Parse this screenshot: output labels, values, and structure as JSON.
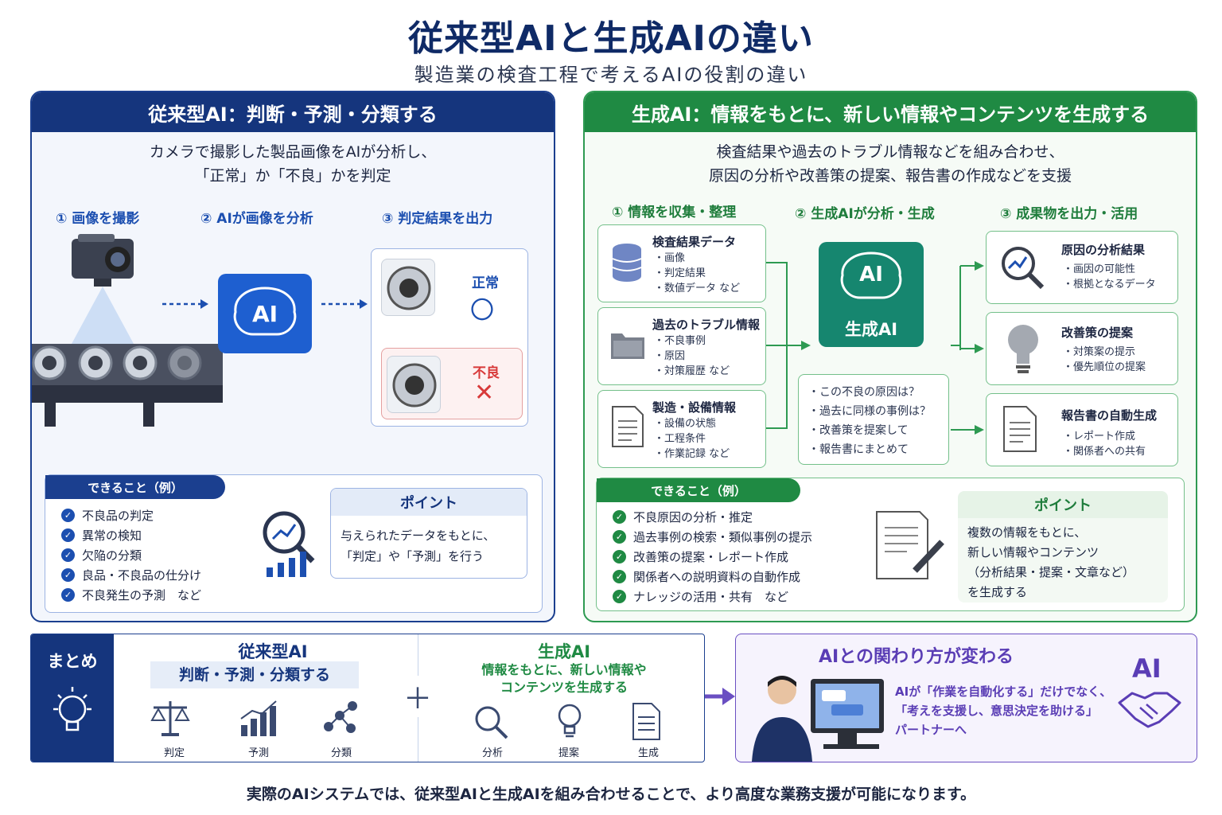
{
  "title": "従来型AIと生成AIの違い",
  "subtitle": "製造業の検査工程で考えるAIの役割の違い",
  "traditional": {
    "header": "従来型AI：判断・予測・分類する",
    "lead_line1": "カメラで撮影した製品画像をAIが分析し、",
    "lead_line2": "「正常」か「不良」かを判定",
    "steps": [
      "① 画像を撮影",
      "② AIが画像を分析",
      "③ 判定結果を出力"
    ],
    "ai_label": "AI",
    "result_ok": "正常",
    "result_ok_mark": "〇",
    "result_ng": "不良",
    "result_ng_mark": "✕",
    "can_do_title": "できること（例）",
    "can_do": [
      "不良品の判定",
      "異常の検知",
      "欠陥の分類",
      "良品・不良品の仕分け",
      "不良発生の予測　など"
    ],
    "point_title": "ポイント",
    "point_line1": "与えられたデータをもとに、",
    "point_line2": "「判定」や「予測」を行う"
  },
  "generative": {
    "header": "生成AI：情報をもとに、新しい情報やコンテンツを生成する",
    "lead_line1": "検査結果や過去のトラブル情報などを組み合わせ、",
    "lead_line2": "原因の分析や改善策の提案、報告書の作成などを支援",
    "steps": [
      "① 情報を収集・整理",
      "② 生成AIが分析・生成",
      "③ 成果物を出力・活用"
    ],
    "inputs": [
      {
        "title": "検査結果データ",
        "items": [
          "・画像",
          "・判定結果",
          "・数値データ など"
        ]
      },
      {
        "title": "過去のトラブル情報",
        "items": [
          "・不良事例",
          "・原因",
          "・対策履歴 など"
        ]
      },
      {
        "title": "製造・設備情報",
        "items": [
          "・設備の状態",
          "・工程条件",
          "・作業記録 など"
        ]
      }
    ],
    "ai_top": "AI",
    "ai_label": "生成AI",
    "prompts": [
      "・この不良の原因は？",
      "・過去に同様の事例は？",
      "・改善策を提案して",
      "・報告書にまとめて"
    ],
    "outputs": [
      {
        "title": "原因の分析結果",
        "items": [
          "・画因の可能性",
          "・根拠となるデータ"
        ]
      },
      {
        "title": "改善策の提案",
        "items": [
          "・対策案の提示",
          "・優先順位の提案"
        ]
      },
      {
        "title": "報告書の自動生成",
        "items": [
          "・レポート作成",
          "・関係者への共有"
        ]
      }
    ],
    "can_do_title": "できること（例）",
    "can_do": [
      "不良原因の分析・推定",
      "過去事例の検索・類似事例の提示",
      "改善策の提案・レポート作成",
      "関係者への説明資料の自動作成",
      "ナレッジの活用・共有　など"
    ],
    "point_title": "ポイント",
    "point_lines": [
      "複数の情報をもとに、",
      "新しい情報やコンテンツ",
      "（分析結果・提案・文章など）",
      "を生成する"
    ]
  },
  "summary": {
    "label": "まとめ",
    "trad_title": "従来型AI",
    "trad_sub": "判断・予測・分類する",
    "trad_icons": [
      "判定",
      "予測",
      "分類"
    ],
    "plus": "＋",
    "gen_title": "生成AI",
    "gen_sub1": "情報をもとに、新しい情報や",
    "gen_sub2": "コンテンツを生成する",
    "gen_icons": [
      "分析",
      "提案",
      "生成"
    ]
  },
  "change": {
    "title": "AIとの関わり方が変わる",
    "line1": "AIが「作業を自動化する」だけでなく、",
    "line2": "「考えを支援し、意思決定を助ける」",
    "line3": "パートナーへ",
    "badge": "AI"
  },
  "footer": "実際のAIシステムでは、従来型AIと生成AIを組み合わせることで、より高度な業務支援が可能になります。",
  "colors": {
    "navy": "#15357d",
    "green": "#1f8a43",
    "purple": "#6a4fc2",
    "red": "#d83a3a"
  }
}
